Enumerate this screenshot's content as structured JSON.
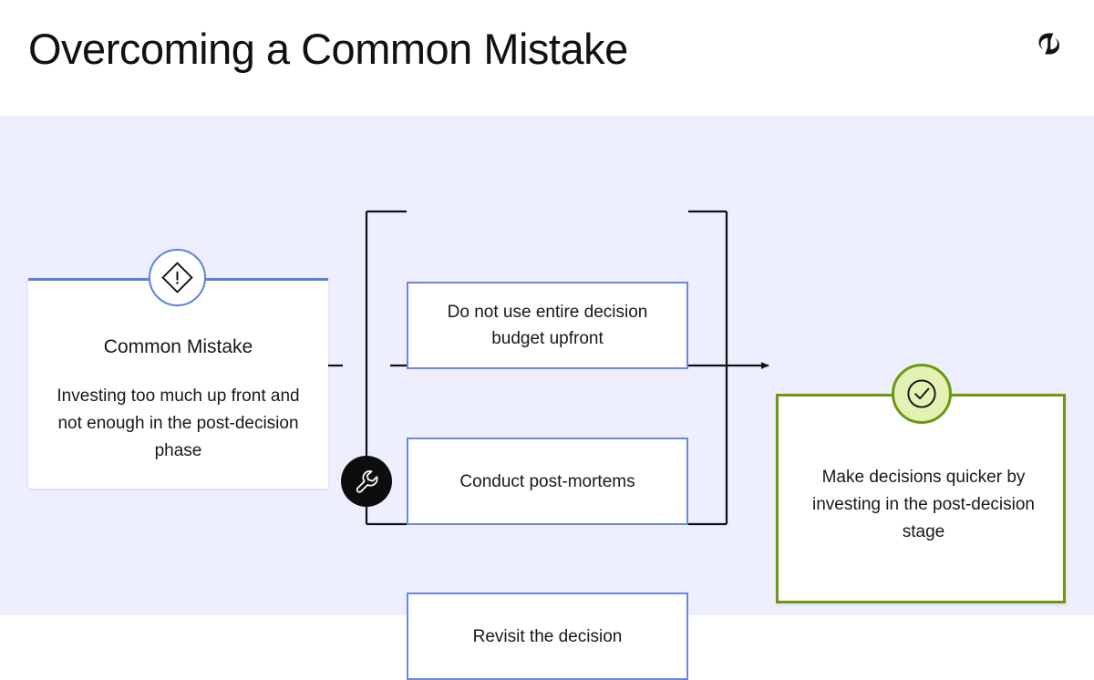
{
  "header": {
    "title": "Overcoming a Common Mistake",
    "logo_icon": "brand-r-logo-icon"
  },
  "canvas": {
    "background_color": "#edefff"
  },
  "mistake_card": {
    "badge_icon": "warning-diamond-icon",
    "heading": "Common Mistake",
    "body": "Investing too much up front and not enough in the post-decision phase",
    "accent_color": "#5c7fe0"
  },
  "hub": {
    "icon": "wrench-icon",
    "fill_color": "#0d0d0d"
  },
  "process_boxes": [
    {
      "label": "Do not use entire decision budget upfront"
    },
    {
      "label": "Conduct post-mortems"
    },
    {
      "label": "Revisit the decision"
    }
  ],
  "process_box_style": {
    "border_color": "#6a86dd",
    "background_color": "#ffffff"
  },
  "outcome": {
    "badge_icon": "check-circle-icon",
    "text": "Make decisions quicker by investing in the post-decision stage",
    "border_color": "#6a9a10",
    "badge_fill_color": "#e3f1b4"
  },
  "connectors": {
    "stroke_color": "#111111",
    "arrow_icon": "arrow-right-icon"
  }
}
